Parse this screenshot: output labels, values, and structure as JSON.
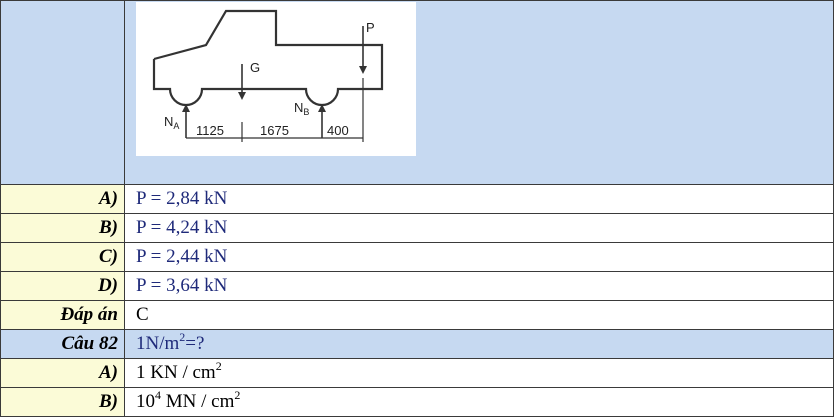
{
  "figure": {
    "label_G": "G",
    "label_P": "P",
    "label_NA": "N",
    "label_NA_sub": "A",
    "label_NB": "N",
    "label_NB_sub": "B",
    "dim1": "1125",
    "dim2": "1675",
    "dim3": "400"
  },
  "rows": [
    {
      "label": "A)",
      "value": "P = 2,84 kN"
    },
    {
      "label": "B)",
      "value": "P = 4,24 kN"
    },
    {
      "label": "C)",
      "value": "P = 2,44 kN"
    },
    {
      "label": "D)",
      "value": "P = 3,64 kN"
    }
  ],
  "answer": {
    "label": "Đáp án",
    "value": "C"
  },
  "question": {
    "label": "Câu 82",
    "text_pre": "1N/m",
    "text_sup": "2",
    "text_post": "=?"
  },
  "q82_options": [
    {
      "label": "A)",
      "pre": "1 KN / cm",
      "sup": "2",
      "post": ""
    },
    {
      "label": "B)",
      "pre": "10",
      "sup": "4",
      "post": " MN / cm",
      "sup2": "2"
    }
  ]
}
